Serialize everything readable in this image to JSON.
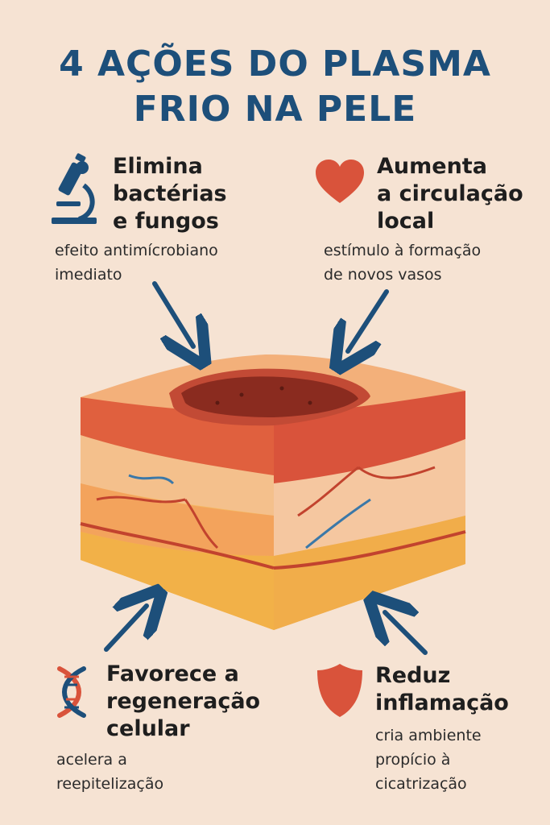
{
  "title": {
    "line1": "4 AÇÕES DO PLASMA",
    "line2": "FRIO NA PELE"
  },
  "colors": {
    "title": "#1d4f7a",
    "arrow": "#1d4f7a",
    "icon_red": "#d9533b",
    "background": "#f6e3d3"
  },
  "actions": [
    {
      "icon": "microscope-icon",
      "heading": "Elimina\nbactérias\ne fungos",
      "detail": "efeito antimícrobiano\nimediato"
    },
    {
      "icon": "heart-icon",
      "heading": "Aumenta\na circulação\nlocal",
      "detail": "estímulo à formação\nde novos vasos"
    },
    {
      "icon": "dna-icon",
      "heading": "Favorece a\nregeneração\ncelular",
      "detail": "acelera a\nreepitelização"
    },
    {
      "icon": "shield-icon",
      "heading": "Reduz\ninflamação",
      "detail": "cria ambiente\npropício à\ncicatrização"
    }
  ]
}
